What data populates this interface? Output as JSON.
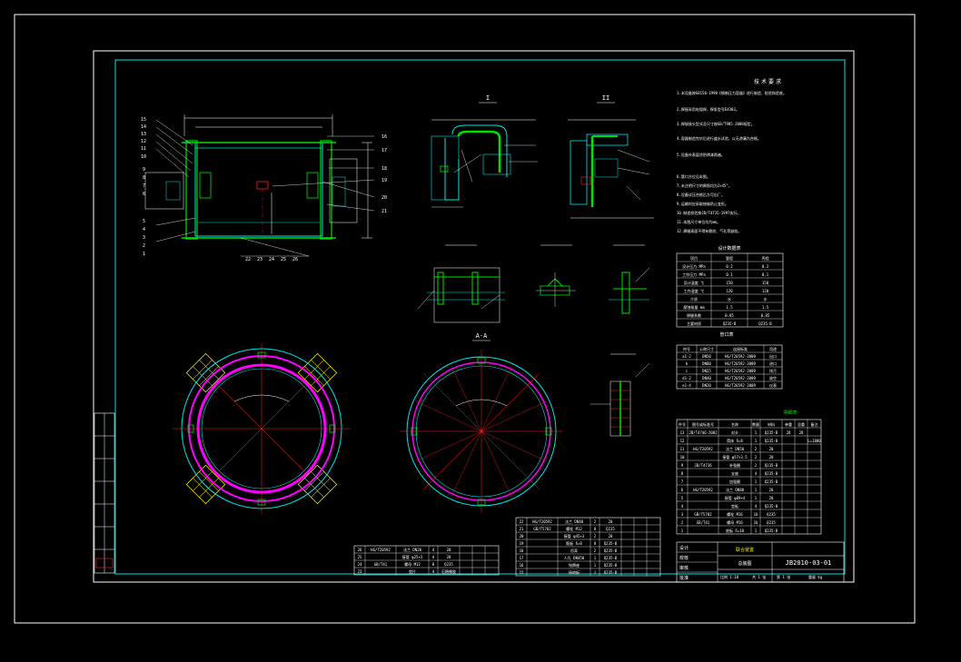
{
  "drawing": {
    "drawing_number": "JB2010-03-01",
    "title_block_name": "联合装置",
    "title_block_sub": "总装图"
  },
  "section_labels": {
    "sec_I": "I",
    "sec_II": "II",
    "sec_A_A": "A-A",
    "note_heading": "技术要求",
    "data_table_heading": "设计数据表",
    "nozzle_table_heading": "管口表",
    "parts_heading": "明细表"
  },
  "balloons": [
    "15",
    "14",
    "13",
    "12",
    "11",
    "10",
    "9",
    "8",
    "7",
    "6",
    "5",
    "4",
    "3",
    "2",
    "1",
    "16",
    "17",
    "18",
    "19",
    "20",
    "21",
    "22",
    "23",
    "24",
    "25",
    "26"
  ],
  "tech_notes": [
    "1.本设备按GB150-1998《钢制压力容器》进行制造、检验和验收。",
    "2.焊接采用电弧焊，焊条型号E4303。",
    "3.焊接接头型式及尺寸按GB/T985-2008规定。",
    "4.容器制造完毕后进行盛水试验，以无渗漏为合格。",
    "5.设备外表面涂防锈漆两遍。",
    "6.管口方位见本图。",
    "7.未注明尺寸的倒角均为2×45°。",
    "8.设备试压合格后方可出厂。",
    "9.运输时应采取措施防止变形。",
    "10.制造检验按JB/T4735-1997执行。",
    "11.本图尺寸单位均为mm。",
    "12.焊缝表面不得有裂纹、气孔等缺陷。"
  ],
  "design_data": {
    "headers": [
      "项目",
      "管程",
      "壳程"
    ],
    "rows": [
      [
        "设计压力 MPa",
        "0.2",
        "0.2"
      ],
      [
        "工作压力 MPa",
        "0.1",
        "0.1"
      ],
      [
        "设计温度 ℃",
        "150",
        "150"
      ],
      [
        "工作温度 ℃",
        "120",
        "120"
      ],
      [
        "介质",
        "水",
        "水"
      ],
      [
        "腐蚀裕量 mm",
        "1.5",
        "1.5"
      ],
      [
        "焊缝系数",
        "0.85",
        "0.85"
      ],
      [
        "主要材质",
        "Q235-B",
        "Q235-B"
      ]
    ]
  },
  "nozzles": {
    "headers": [
      "符号",
      "公称尺寸",
      "连接标准",
      "用途"
    ],
    "rows": [
      [
        "a1-2",
        "DN50",
        "HG/T20592-2009",
        "出口"
      ],
      [
        "b",
        "DN80",
        "HG/T20592-2009",
        "进口"
      ],
      [
        "c",
        "DN25",
        "HG/T20592-2009",
        "排污"
      ],
      [
        "d1-2",
        "DN40",
        "HG/T20592-2009",
        "放空"
      ],
      [
        "e1-4",
        "DN20",
        "HG/T20592-2009",
        "仪表"
      ]
    ]
  },
  "parts_right": {
    "headers": [
      "件号",
      "图号或标准号",
      "名称",
      "数量",
      "材料",
      "单重",
      "总重",
      "备注"
    ],
    "rows": [
      [
        "13",
        "JB/T4746-2002",
        "封头",
        "1",
        "Q235-B",
        "28",
        "28",
        ""
      ],
      [
        "12",
        "",
        "筒体 δ=8",
        "1",
        "Q235-B",
        "",
        "",
        "L=1800"
      ],
      [
        "11",
        "HG/T20592",
        "法兰 DN50",
        "2",
        "20",
        "",
        "",
        ""
      ],
      [
        "10",
        "",
        "接管 φ57×3.5",
        "2",
        "20",
        "",
        "",
        ""
      ],
      [
        "9",
        "JB/T4736",
        "补强圈",
        "2",
        "Q235-B",
        "",
        "",
        ""
      ],
      [
        "8",
        "",
        "支座",
        "4",
        "Q235-B",
        "",
        "",
        ""
      ],
      [
        "7",
        "",
        "加强圈",
        "1",
        "Q235-B",
        "",
        "",
        ""
      ],
      [
        "6",
        "HG/T20592",
        "法兰 DN80",
        "1",
        "20",
        "",
        "",
        ""
      ],
      [
        "5",
        "",
        "接管 φ89×4",
        "1",
        "20",
        "",
        "",
        ""
      ],
      [
        "4",
        "",
        "垫板",
        "4",
        "Q235-B",
        "",
        "",
        ""
      ],
      [
        "3",
        "GB/T5782",
        "螺栓 M16",
        "16",
        "Q235",
        "",
        "",
        ""
      ],
      [
        "2",
        "GB/T41",
        "螺母 M16",
        "16",
        "Q235",
        "",
        "",
        ""
      ],
      [
        "1",
        "",
        "底板 δ=10",
        "1",
        "Q235-B",
        "",
        "",
        ""
      ]
    ]
  },
  "parts_mid": {
    "rows": [
      [
        "22",
        "HG/T20592",
        "法兰 DN40",
        "2",
        "20",
        "",
        "",
        ""
      ],
      [
        "21",
        "GB/T5782",
        "螺栓 M12",
        "8",
        "Q235",
        "",
        "",
        ""
      ],
      [
        "20",
        "",
        "接管 φ45×3",
        "2",
        "20",
        "",
        "",
        ""
      ],
      [
        "19",
        "",
        "筋板 δ=8",
        "8",
        "Q235-B",
        "",
        "",
        ""
      ],
      [
        "18",
        "",
        "吊耳",
        "2",
        "Q235-B",
        "",
        "",
        ""
      ],
      [
        "17",
        "",
        "人孔 DN450",
        "1",
        "Q235-B",
        "",
        "",
        ""
      ],
      [
        "16",
        "",
        "铭牌座",
        "1",
        "Q235-B",
        "",
        "",
        ""
      ],
      [
        "15",
        "",
        "接地板",
        "1",
        "Q235-B",
        "",
        "",
        ""
      ]
    ]
  },
  "parts_left": {
    "rows": [
      [
        "26",
        "HG/T20592",
        "法兰 DN20",
        "4",
        "20",
        "",
        "",
        ""
      ],
      [
        "25",
        "",
        "接管 φ25×3",
        "4",
        "20",
        "",
        "",
        ""
      ],
      [
        "24",
        "GB/T41",
        "螺母 M12",
        "8",
        "Q235",
        "",
        "",
        ""
      ],
      [
        "23",
        "",
        "垫片",
        "4",
        "石棉橡胶",
        "",
        "",
        ""
      ]
    ]
  },
  "title_block": {
    "rows": [
      "设计",
      "校核",
      "审核",
      "批准"
    ],
    "meta": [
      "比例 1:10",
      "共 1 张",
      "第 1 张",
      "重量 kg"
    ]
  },
  "colors": {
    "background": "#000000",
    "frame": "#ffffff",
    "border": "#00e5e5",
    "steel": "#00e000",
    "ring": "#ff00ff",
    "centerline": "#ff2020",
    "support": "#e6e600"
  }
}
